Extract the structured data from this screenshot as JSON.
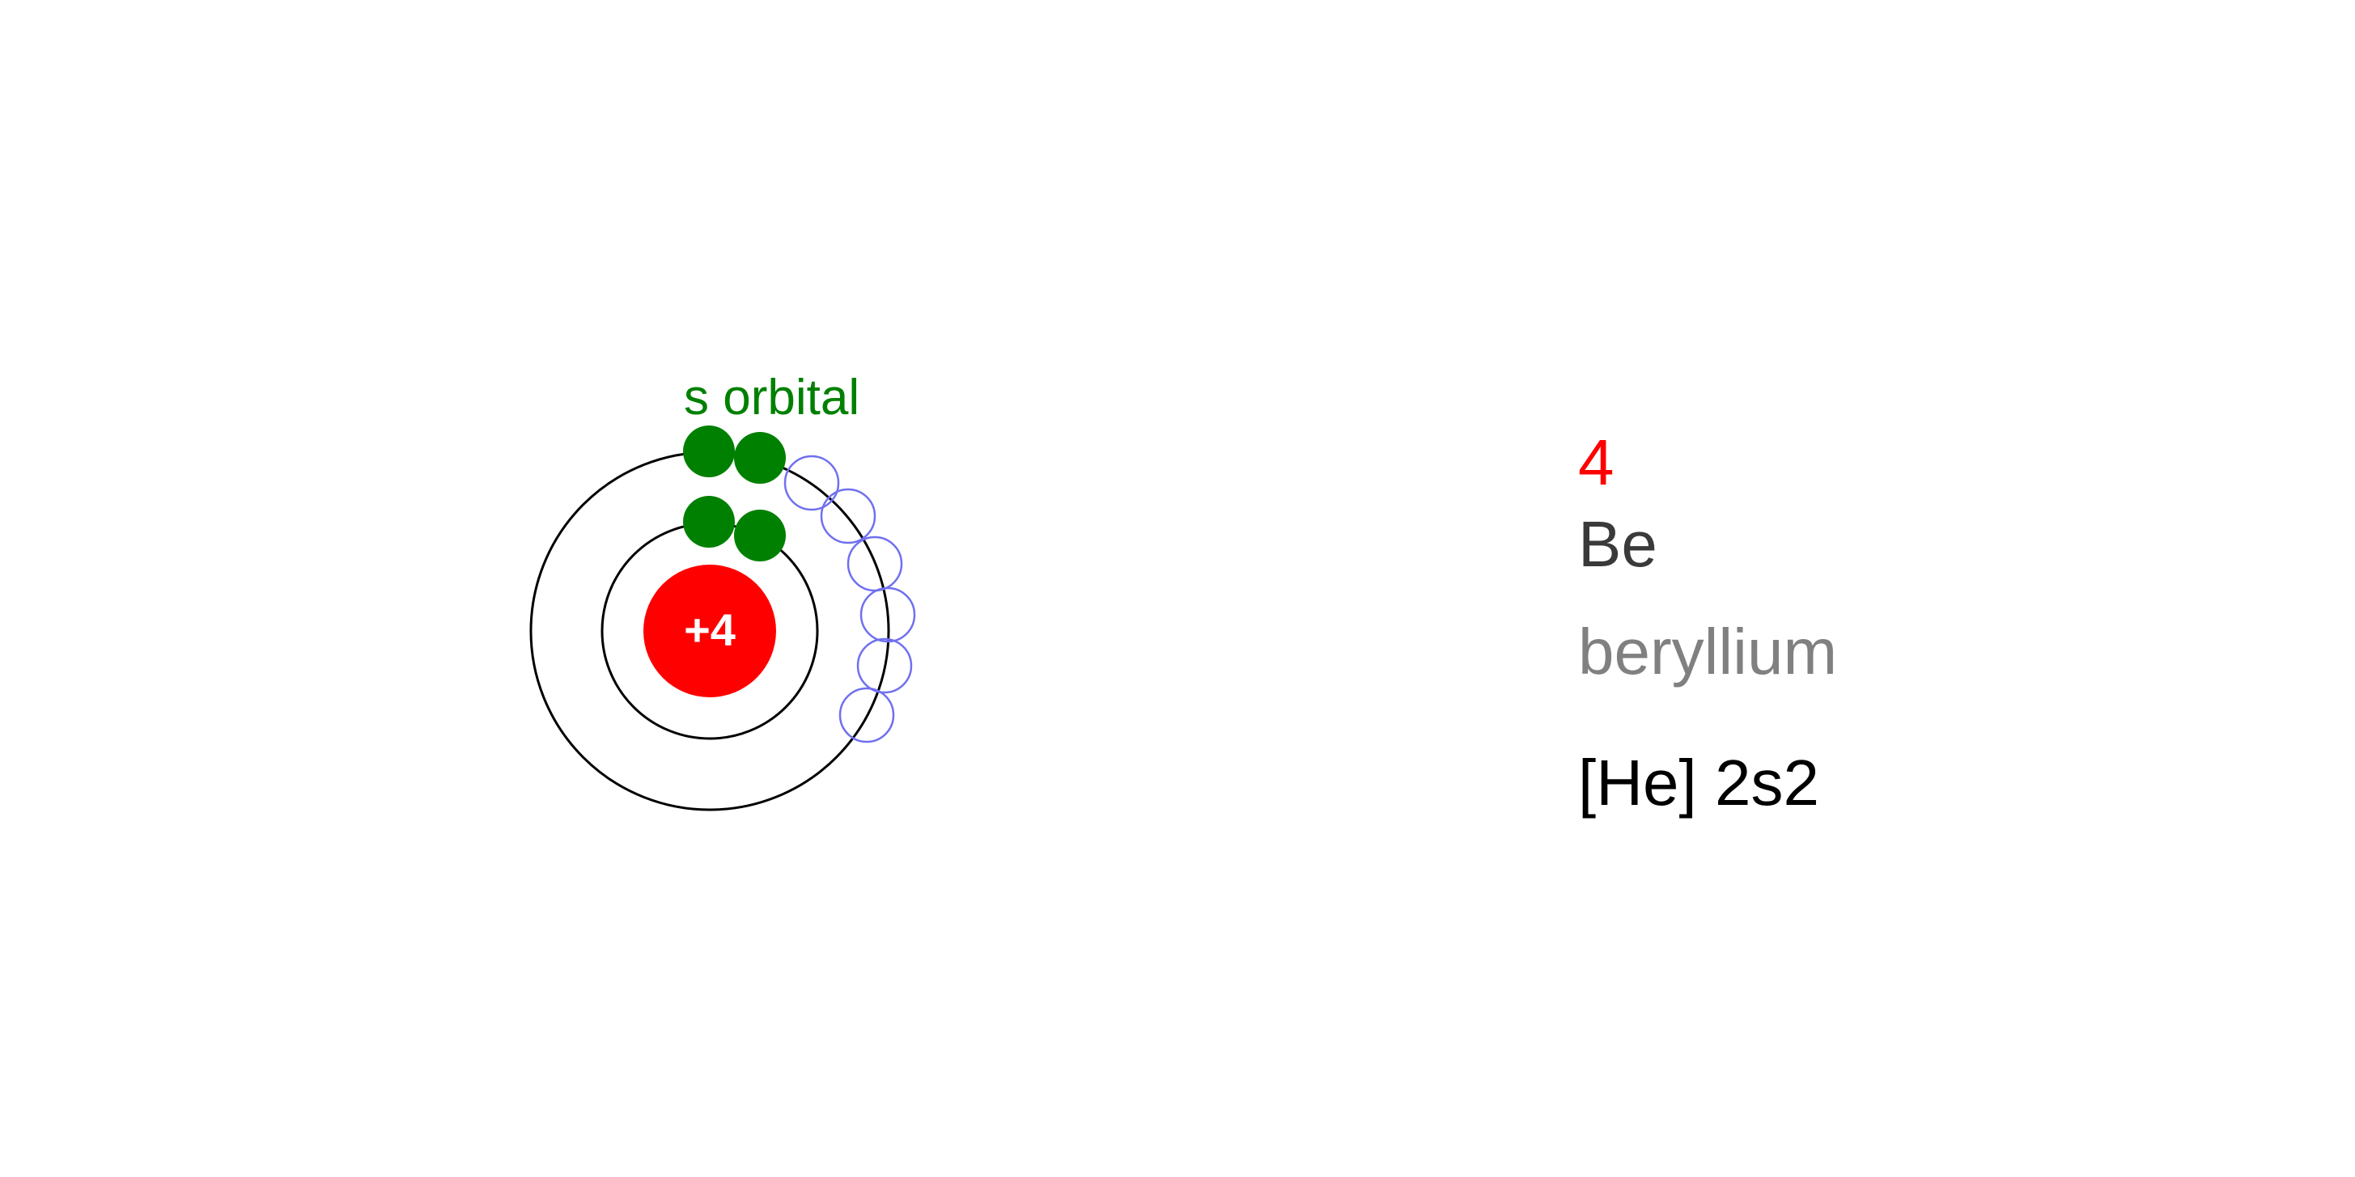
{
  "diagram": {
    "nucleus_label": "+4",
    "orbital_label": "s orbital",
    "shells": [
      {
        "electrons": 2
      },
      {
        "electrons": 2
      }
    ],
    "colors": {
      "nucleus": "#ff0000",
      "nucleus_text": "#ffffff",
      "electron": "#008000",
      "orbital_label": "#008000",
      "shell": "#000000",
      "hint_circle": "#7070f0"
    }
  },
  "element": {
    "atomic_number": "4",
    "symbol": "Be",
    "name": "beryllium",
    "configuration": "[He] 2s2",
    "colors": {
      "atomic_number": "#ff0000",
      "symbol": "#3a3a3a",
      "name": "#808080",
      "configuration": "#000000"
    }
  }
}
